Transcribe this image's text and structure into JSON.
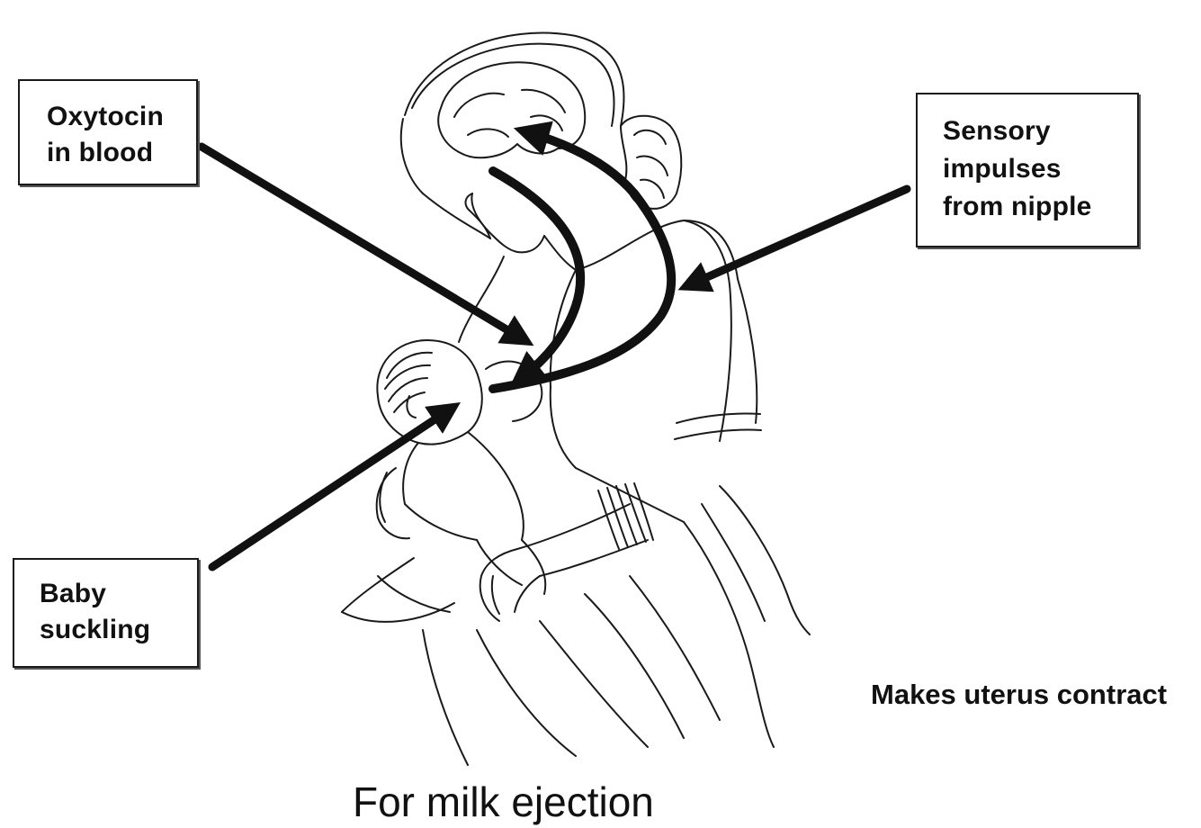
{
  "labels": {
    "oxytocin": [
      "Oxytocin",
      "in blood"
    ],
    "sensory": [
      "Sensory",
      "impulses",
      "from nipple"
    ],
    "baby": [
      "Baby",
      "suckling"
    ]
  },
  "uterus_note": "Makes uterus contract",
  "caption": "For milk ejection",
  "colors": {
    "line": "#111111",
    "background": "#ffffff"
  }
}
